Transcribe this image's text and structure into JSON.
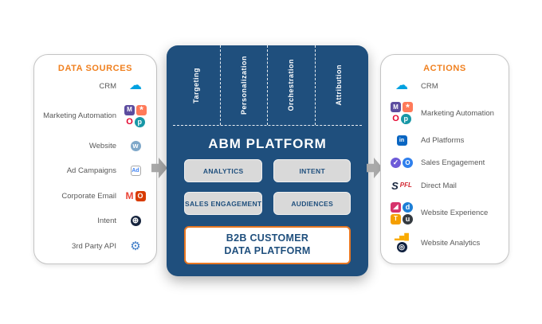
{
  "colors": {
    "navy": "#1f4f7d",
    "orange": "#f0801f",
    "cdp_border": "#e87722",
    "module_bg": "#d9d9d9",
    "arrow_gray": "#a9a9a9",
    "panel_border": "#c4c4c4",
    "label_gray": "#595959"
  },
  "data_sources": {
    "title": "DATA SOURCES",
    "items": [
      {
        "label": "CRM",
        "icons": [
          {
            "name": "salesforce-icon",
            "glyph": "☁",
            "fg": "#00a1e0",
            "size": 16
          }
        ]
      },
      {
        "label": "Marketing Automation",
        "icons": [
          {
            "name": "marketo-icon",
            "glyph": "M",
            "bg": "#5c4c9f",
            "fg": "#ffffff",
            "size": 8
          },
          {
            "name": "hubspot-icon",
            "glyph": "*",
            "bg": "#ff7a59",
            "fg": "#ffffff",
            "size": 12
          },
          {
            "name": "eloqua-icon",
            "glyph": "O",
            "fg": "#e4002b",
            "size": 11,
            "bold": true
          },
          {
            "name": "pardot-icon",
            "glyph": "p",
            "bg": "#1797a6",
            "fg": "#ffffff",
            "round": true,
            "size": 9
          }
        ]
      },
      {
        "label": "Website",
        "icons": [
          {
            "name": "website-icon",
            "glyph": "w",
            "bg": "#7fa8c9",
            "fg": "#ffffff",
            "round": true,
            "size": 9
          }
        ]
      },
      {
        "label": "Ad Campaigns",
        "icons": [
          {
            "name": "ad-window-icon",
            "glyph": "Ad",
            "bg": "#ffffff",
            "fg": "#4285f4",
            "border": "#a9a9a9",
            "size": 7,
            "bold": true
          }
        ]
      },
      {
        "label": "Corporate Email",
        "icons": [
          {
            "name": "gmail-icon",
            "glyph": "M",
            "fg": "#ea4335",
            "size": 12,
            "bold": true
          },
          {
            "name": "office-icon",
            "glyph": "O",
            "bg": "#d83b01",
            "fg": "#ffffff",
            "size": 9
          }
        ]
      },
      {
        "label": "Intent",
        "icons": [
          {
            "name": "globe-icon",
            "glyph": "⊕",
            "bg": "#16243d",
            "fg": "#ffffff",
            "round": true,
            "size": 10
          }
        ]
      },
      {
        "label": "3rd Party API",
        "icons": [
          {
            "name": "api-gear-icon",
            "glyph": "⚙",
            "fg": "#3e7cc7",
            "size": 15
          }
        ]
      }
    ]
  },
  "platform": {
    "title": "ABM PLATFORM",
    "columns": [
      "Targeting",
      "Personalization",
      "Orchestration",
      "Attribution"
    ],
    "modules": [
      "ANALYTICS",
      "INTENT",
      "SALES ENGAGEMENT",
      "AUDIENCES"
    ],
    "cdp_label": "B2B CUSTOMER DATA PLATFORM"
  },
  "actions": {
    "title": "ACTIONS",
    "items": [
      {
        "label": "CRM",
        "icons": [
          {
            "name": "salesforce-icon",
            "glyph": "☁",
            "fg": "#00a1e0",
            "size": 16
          }
        ]
      },
      {
        "label": "Marketing Automation",
        "icons": [
          {
            "name": "marketo-icon",
            "glyph": "M",
            "bg": "#5c4c9f",
            "fg": "#ffffff",
            "size": 8
          },
          {
            "name": "hubspot-icon",
            "glyph": "*",
            "bg": "#ff7a59",
            "fg": "#ffffff",
            "size": 12
          },
          {
            "name": "eloqua-icon",
            "glyph": "O",
            "fg": "#e4002b",
            "size": 11,
            "bold": true
          },
          {
            "name": "pardot-icon",
            "glyph": "p",
            "bg": "#1797a6",
            "fg": "#ffffff",
            "round": true,
            "size": 9
          }
        ]
      },
      {
        "label": "Ad Platforms",
        "icons": [
          {
            "name": "linkedin-icon",
            "glyph": "in",
            "bg": "#0a66c2",
            "fg": "#ffffff",
            "size": 7,
            "bold": true
          }
        ]
      },
      {
        "label": "Sales Engagement",
        "icons": [
          {
            "name": "shield-check-icon",
            "glyph": "✓",
            "bg": "#6e5bd8",
            "fg": "#ffffff",
            "round": true,
            "size": 9
          },
          {
            "name": "outreach-icon",
            "glyph": "O",
            "bg": "#2f80ed",
            "fg": "#ffffff",
            "round": true,
            "size": 8
          }
        ]
      },
      {
        "label": "Direct Mail",
        "icons": [
          {
            "name": "sendoso-icon",
            "glyph": "S",
            "fg": "#16243d",
            "size": 13,
            "bold": true,
            "italic": true
          },
          {
            "name": "pfl-icon",
            "glyph": "PFL",
            "fg": "#d22630",
            "size": 8,
            "bold": true,
            "italic": true
          }
        ]
      },
      {
        "label": "Website Experience",
        "icons": [
          {
            "name": "optimizely-icon",
            "glyph": "◢",
            "bg": "#d6336c",
            "fg": "#ffffff",
            "size": 8
          },
          {
            "name": "drift-icon",
            "glyph": "d",
            "bg": "#1c7ed6",
            "fg": "#ffffff",
            "round": true,
            "size": 9
          },
          {
            "name": "target-icon",
            "glyph": "T",
            "bg": "#f59f00",
            "fg": "#ffffff",
            "size": 8
          },
          {
            "name": "uberflip-icon",
            "glyph": "u",
            "bg": "#343a40",
            "fg": "#ffffff",
            "round": true,
            "size": 9
          }
        ]
      },
      {
        "label": "Website Analytics",
        "icons": [
          {
            "name": "google-analytics-icon",
            "glyph": "▂▅█",
            "fg": "#f9ab00",
            "size": 8
          },
          {
            "name": "analytics-ring-icon",
            "glyph": "◎",
            "bg": "#10213f",
            "fg": "#ffffff",
            "round": true,
            "size": 9
          }
        ]
      }
    ]
  }
}
